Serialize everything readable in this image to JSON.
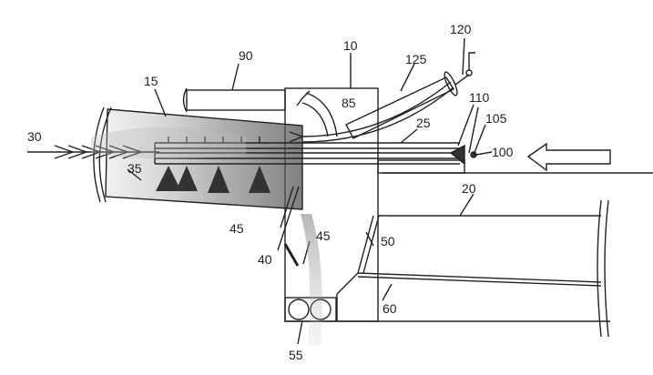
{
  "labels": {
    "l10": "10",
    "l15": "15",
    "l20": "20",
    "l25": "25",
    "l30": "30",
    "l35": "35",
    "l40": "40",
    "l45a": "45",
    "l45b": "45",
    "l50": "50",
    "l55": "55",
    "l60": "60",
    "l85": "85",
    "l90": "90",
    "l100": "100",
    "l105": "105",
    "l110": "110",
    "l120": "120",
    "l125": "125"
  },
  "colors": {
    "line": "#222222",
    "shade": "#9a9a9a",
    "dark": "#333333"
  }
}
